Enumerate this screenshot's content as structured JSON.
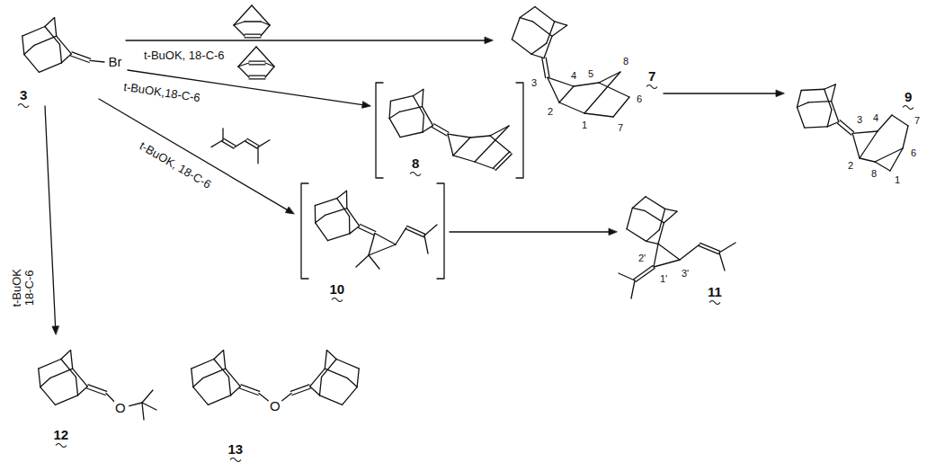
{
  "diagram": {
    "labels": [
      "3",
      "Br",
      "t-BuOK, 18-C-6",
      "t-BuOK,18-C-6",
      "t-BuOK, 18-C-6",
      "t-BuOK 18-C-6",
      "7",
      "1",
      "2",
      "3",
      "4",
      "5",
      "6",
      "7",
      "8",
      "8",
      "9",
      "1",
      "2",
      "3",
      "4",
      "6",
      "7",
      "8",
      "10",
      "11",
      "2'",
      "1'",
      "3'",
      "12",
      "O",
      "13",
      "O"
    ]
  }
}
